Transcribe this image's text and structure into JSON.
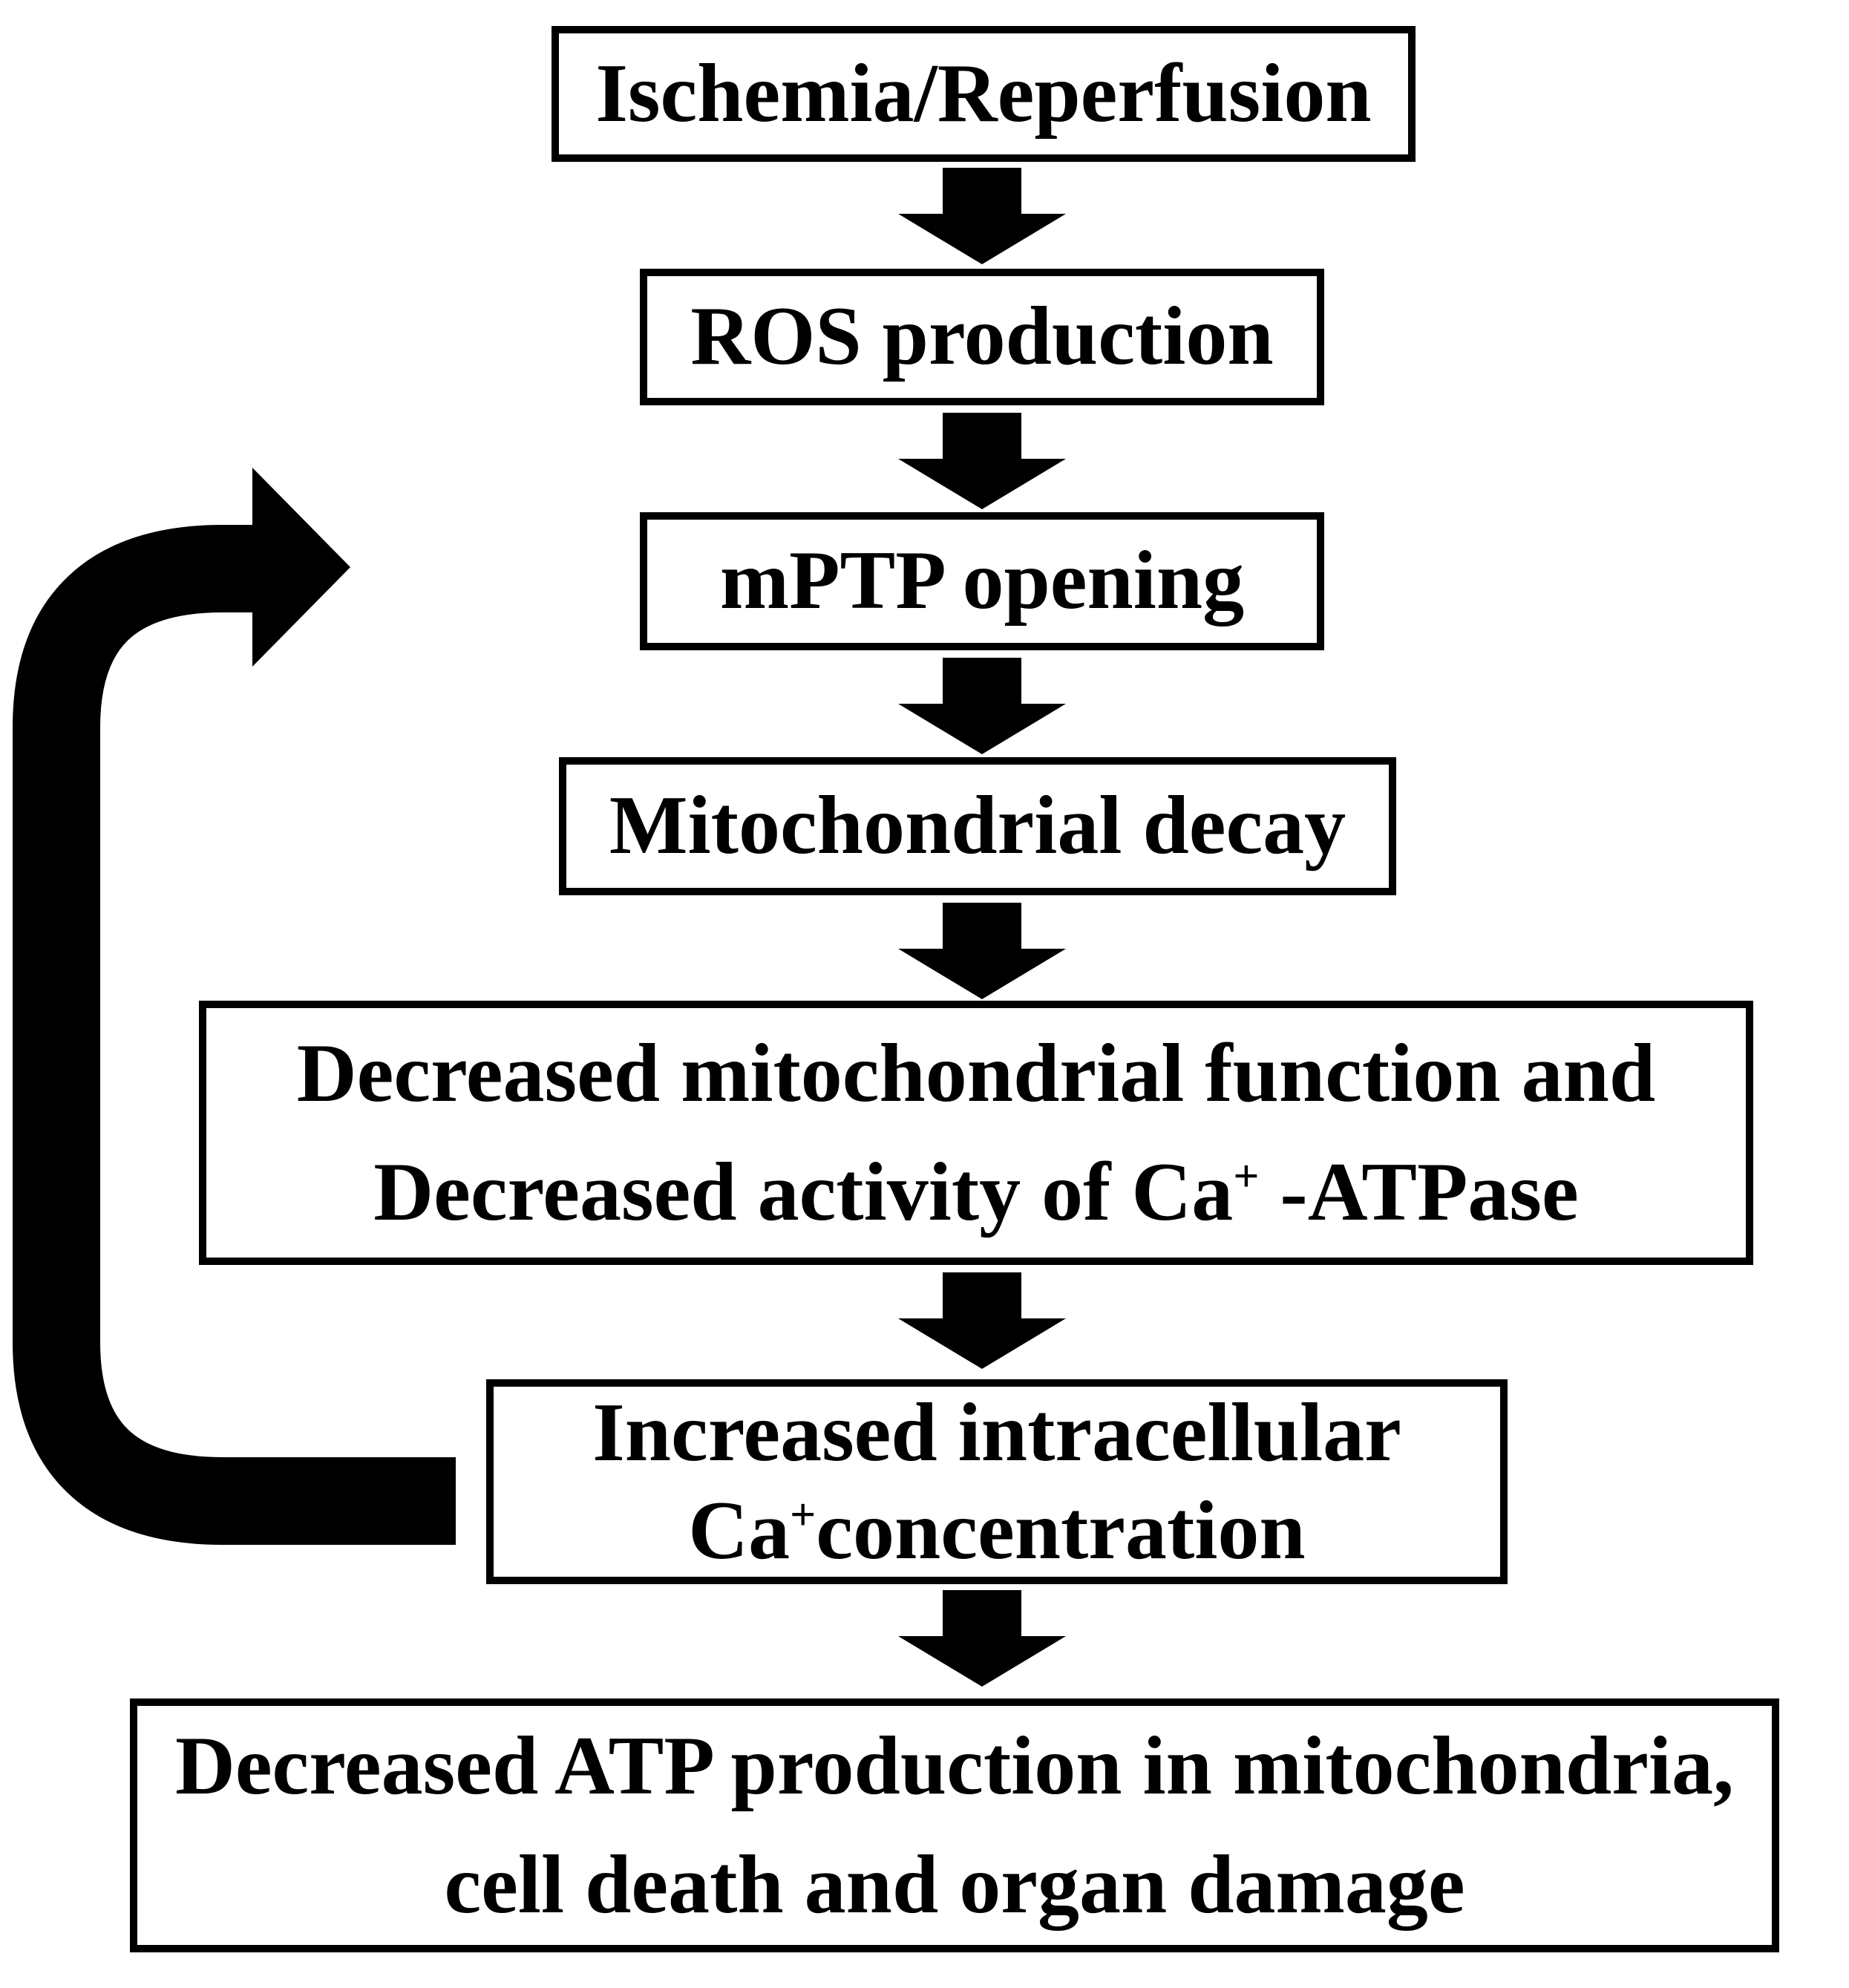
{
  "colors": {
    "background": "#ffffff",
    "box_fill": "#ffffff",
    "box_border": "#000000",
    "arrow": "#000000",
    "text": "#000000"
  },
  "boxes": [
    {
      "label": "Ischemia/Reperfusion"
    },
    {
      "label": "ROS production"
    },
    {
      "label": "mPTP opening"
    },
    {
      "label": "Mitochondrial decay"
    },
    {
      "line1": "Decreased mitochondrial function and",
      "line2_pre": "Decreased activity of Ca",
      "line2_sup": "+",
      "line2_post": " -ATPase"
    },
    {
      "line1": "Increased intracellular",
      "line2_pre": "Ca",
      "line2_sup": "+",
      "line2_post": "concentration"
    },
    {
      "line1": "Decreased ATP production in mitochondria,",
      "line2": "cell death and organ damage"
    }
  ],
  "arrows": {
    "down_arrow_count": 6,
    "feedback_loop": "left side loop pointing right toward mPTP opening level"
  }
}
